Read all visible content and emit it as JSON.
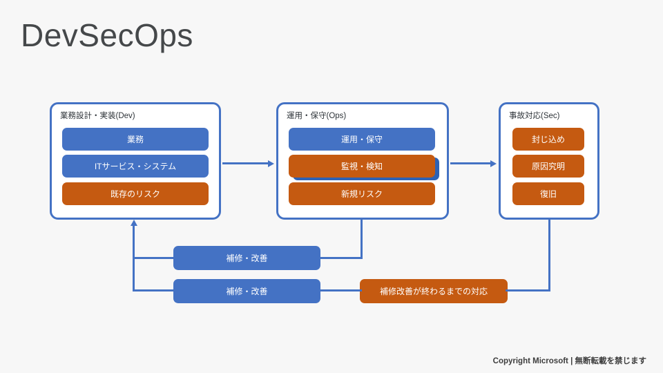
{
  "slide": {
    "title": "DevSecOps",
    "background_color": "#f7f7f7",
    "accent_blue": "#4472c4",
    "accent_orange": "#c55a11"
  },
  "groups": [
    {
      "id": "dev",
      "label": "業務設計・実装(Dev)",
      "chips": [
        {
          "label": "業務",
          "color": "blue"
        },
        {
          "label": "ITサービス・システム",
          "color": "blue"
        },
        {
          "label": "既存のリスク",
          "color": "orange"
        }
      ]
    },
    {
      "id": "ops",
      "label": "運用・保守(Ops)",
      "chips": [
        {
          "label": "運用・保守",
          "color": "blue"
        },
        {
          "label": "監視・検知",
          "color": "orange"
        },
        {
          "label": "新規リスク",
          "color": "orange"
        }
      ]
    },
    {
      "id": "sec",
      "label": "事故対応(Sec)",
      "chips": [
        {
          "label": "封じ込め",
          "color": "orange"
        },
        {
          "label": "原因究明",
          "color": "orange"
        },
        {
          "label": "復旧",
          "color": "orange"
        }
      ]
    }
  ],
  "feedback": {
    "upper_remediation": {
      "label": "補修・改善",
      "color": "blue"
    },
    "lower_remediation": {
      "label": "補修・改善",
      "color": "blue"
    },
    "interim_response": {
      "label": "補修改善が終わるまでの対応",
      "color": "orange"
    }
  },
  "footer": {
    "note": "Copyright Microsoft | 無断転載を禁じます"
  }
}
